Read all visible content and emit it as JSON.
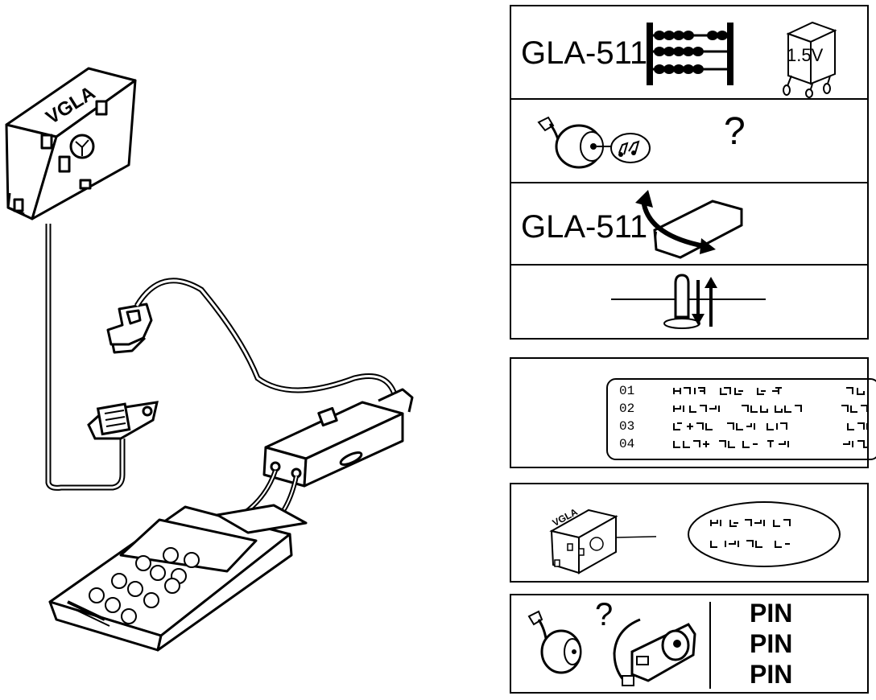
{
  "main_illustration": {
    "parts": [
      "vgla-module",
      "obd-connector",
      "adapter-cable",
      "hand-tester",
      "plug"
    ],
    "module_text": "VGLA"
  },
  "panel1": {
    "row1_text": "GLA-511",
    "row1_voltage": "1.5V",
    "row2_question": "?",
    "row3_text": "GLA-511"
  },
  "panel2": {
    "codes": [
      {
        "num": "01"
      },
      {
        "num": "02"
      },
      {
        "num": "03"
      },
      {
        "num": "04"
      }
    ]
  },
  "panel3": {
    "module_text": "VGLA"
  },
  "panel4": {
    "question": "?",
    "pins": [
      "PIN",
      "PIN",
      "PIN"
    ]
  }
}
